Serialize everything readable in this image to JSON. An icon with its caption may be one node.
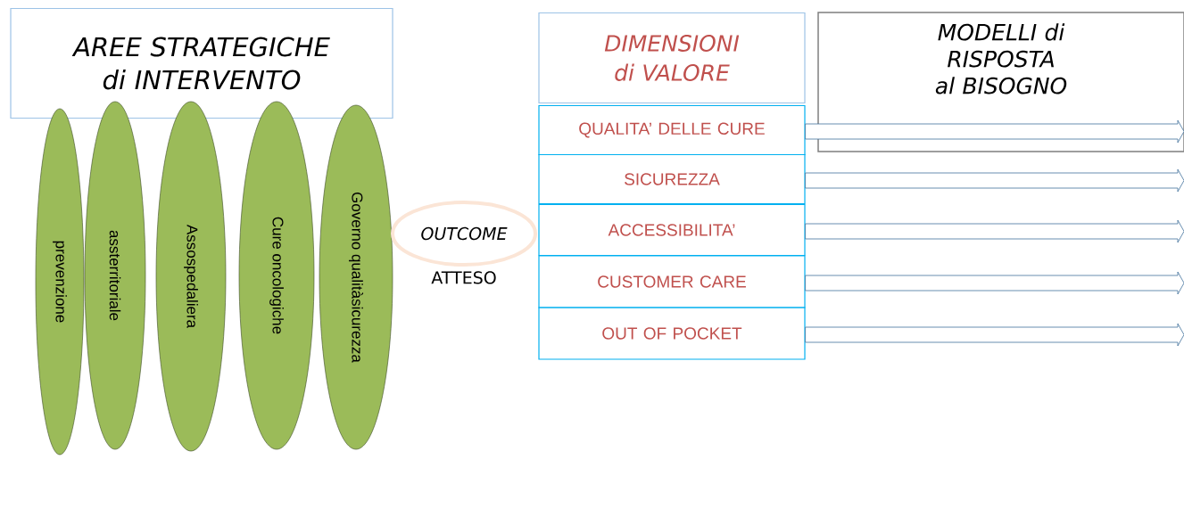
{
  "diagram": {
    "nodes": [
      {
        "text": [
          "AREE STRATEGICHE di INTERVENTO"
        ]
      },
      {
        "text": [
          "prevenzione"
        ]
      },
      {
        "text": [
          "assterritoriale"
        ]
      },
      {
        "text": [
          "Assospedaliera"
        ]
      },
      {
        "text": [
          "Cure  oncologiche"
        ]
      },
      {
        "text": [
          "Governo qualitàsicurezza"
        ]
      },
      {
        "text": [
          "OUTCOME",
          "ATTESO"
        ]
      },
      {
        "text": [
          "DIMENSIONI di VALORE"
        ]
      },
      {
        "text": [
          "QUALITA’ DELLE CURE"
        ]
      },
      {
        "text": [
          "SICUREZZA"
        ]
      },
      {
        "text": [
          "ACCESSIBILITA’"
        ]
      },
      {
        "text": [
          "CUSTOMER CARE"
        ]
      },
      {
        "text": [
          "OUT OF POCKET"
        ]
      },
      {
        "text": [
          "MODELLI di RISPOSTA al BISOGNO"
        ]
      }
    ],
    "edges": [
      {
        "from": 8,
        "to": null,
        "arrow": "to"
      },
      {
        "from": 9,
        "to": null,
        "arrow": "to"
      },
      {
        "from": 10,
        "to": null,
        "arrow": "to"
      },
      {
        "from": 11,
        "to": null,
        "arrow": "to"
      },
      {
        "from": 12,
        "to": null,
        "arrow": "to"
      }
    ]
  }
}
